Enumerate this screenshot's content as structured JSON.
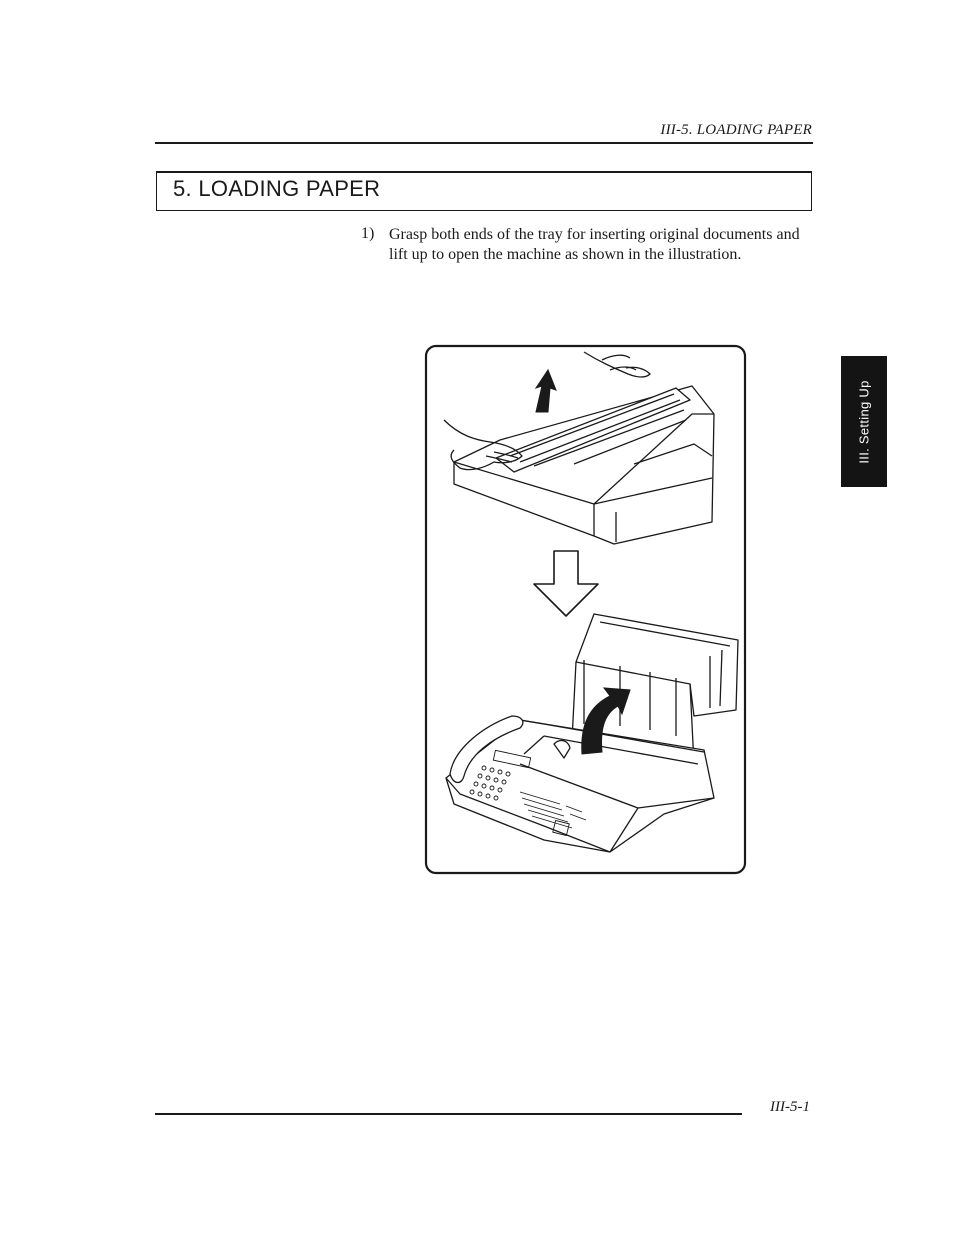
{
  "header": {
    "running_head": "III-5. LOADING PAPER"
  },
  "section": {
    "title": "5. LOADING PAPER"
  },
  "steps": [
    {
      "number": "1)",
      "text": "Grasp both ends of the tray for inserting original documents and lift up to open the machine as shown in the illustration."
    }
  ],
  "side_tab": {
    "label": "III. Setting Up"
  },
  "illustration": {
    "icons": [
      "hands-lifting-tray-icon",
      "up-arrow-icon",
      "down-arrow-icon",
      "fax-machine-open-icon",
      "curved-up-arrow-icon"
    ]
  },
  "footer": {
    "page_number": "III-5-1"
  }
}
